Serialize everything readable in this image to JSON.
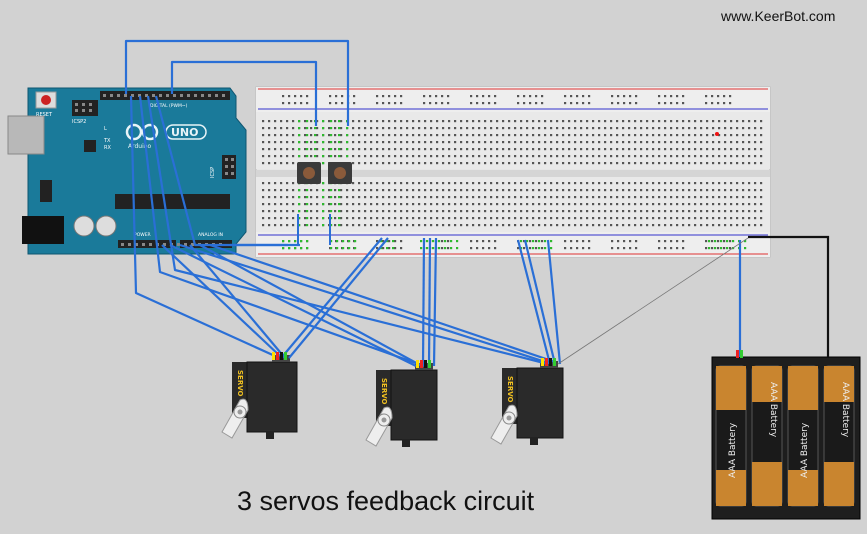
{
  "page": {
    "watermark": "www.KeerBot.com",
    "caption": "3 servos feedback circuit"
  },
  "arduino": {
    "model_label": "UNO",
    "brand_label": "Arduino",
    "reset_label": "RESET",
    "icsp_label": "ICSP",
    "icsp2_label": "ICSP2",
    "digital_label": "DIGITAL (PWM~)",
    "analog_label": "ANALOG IN",
    "power_label": "POWER",
    "tx_label": "TX",
    "rx_label": "RX",
    "l_label": "L"
  },
  "servos": [
    {
      "label": "SERVO"
    },
    {
      "label": "SERVO"
    },
    {
      "label": "SERVO"
    }
  ],
  "battery_pack": {
    "cells": [
      {
        "label": "AAA Battery"
      },
      {
        "label": "AAA Battery"
      },
      {
        "label": "AAA Battery"
      },
      {
        "label": "AAA Battery"
      }
    ]
  },
  "colors": {
    "background": "#d2d2d2",
    "board": "#1a7a9a",
    "breadboard": "#e8e8e8",
    "wire_signal": "#2a6fd6",
    "wire_ground": "#111111",
    "rail_red": "#d33",
    "rail_blue": "#33c",
    "servo_body": "#2a2a2a",
    "battery_copper": "#c9852f"
  }
}
